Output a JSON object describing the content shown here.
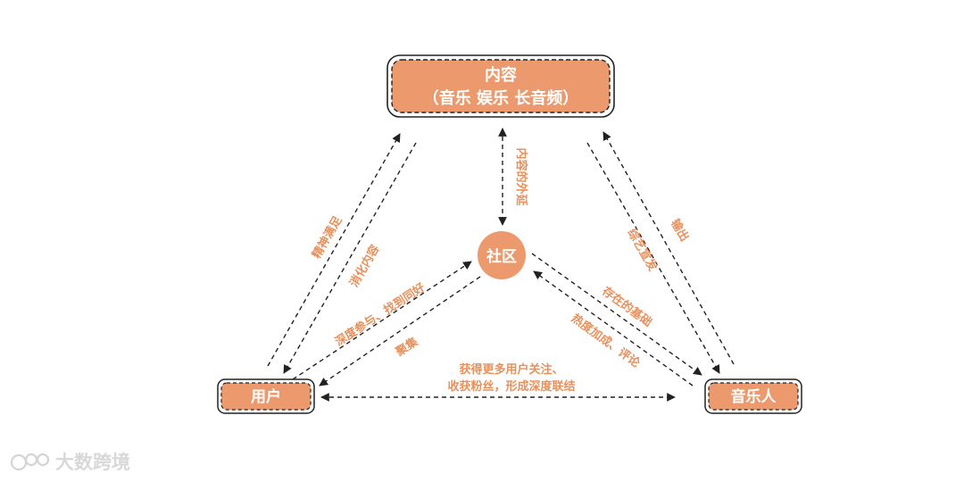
{
  "colors": {
    "fill": "#ec9a6d",
    "border": "#222222",
    "label": "#e8905c",
    "arrow": "#222222"
  },
  "nodes": {
    "content": {
      "title": "内容",
      "subtitle": "（音乐 娱乐 长音频）"
    },
    "community": {
      "label": "社区"
    },
    "user": {
      "label": "用户"
    },
    "musician": {
      "label": "音乐人"
    }
  },
  "edges": {
    "user_to_content": "精神满足",
    "content_to_user": "消化内容",
    "content_community": "内容的外延",
    "musician_to_content": "输出",
    "content_to_musician": "综艺宣发",
    "user_to_community": "深度参与、找到同好",
    "community_to_user": "聚集",
    "community_to_musician": "存在的基础",
    "musician_to_community": "热度加成、评论",
    "user_musician_line1": "获得更多用户关注、",
    "user_musician_line2": "收获粉丝，形成深度联结"
  },
  "watermark": {
    "text": "大数跨境",
    "icon": "logo-icon"
  }
}
